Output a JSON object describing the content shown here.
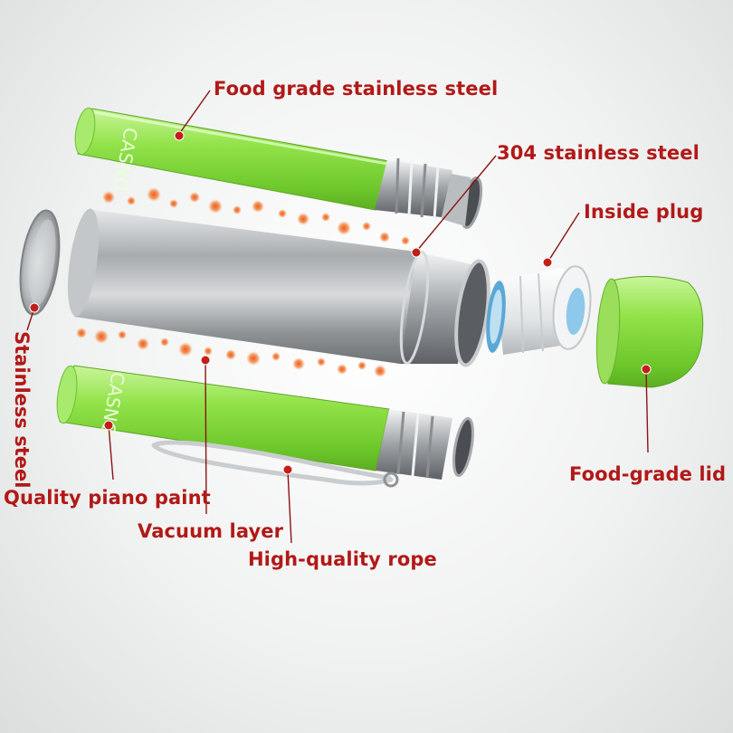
{
  "labels": {
    "food_grade_stainless": "Food grade stainless steel",
    "stainless_304": "304 stainless steel",
    "inside_plug": "Inside plug",
    "stainless_steel": "Stainless steel",
    "food_grade_lid": "Food-grade lid",
    "piano_paint": "Quality piano paint",
    "vacuum_layer": "Vacuum layer",
    "rope": "High-quality rope"
  },
  "brand": {
    "logo_text": "CASNO"
  },
  "colors": {
    "label_text": "#b11917",
    "marker": "#c41e1a",
    "shell_green": "#86e03c",
    "heat_dots": "#ef7a38",
    "steel": "#b8bcbf",
    "plug_ring": "#5ba7d6"
  }
}
